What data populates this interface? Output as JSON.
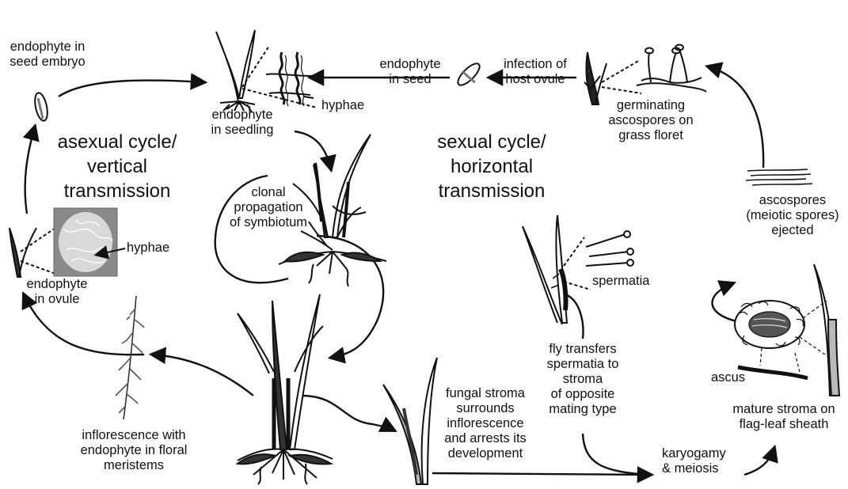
{
  "labels": {
    "endophyte_in_seed_embryo": "endophyte in\nseed embryo",
    "endophyte_in_seedling": "endophyte\nin seedling",
    "hyphae_seedling": "hyphae",
    "endophyte_in_seed": "endophyte\nin seed",
    "infection_of_host_ovule": "infection of\nhost ovule",
    "germinating_ascospores": "germinating\nascospores on\ngrass floret",
    "asexual_cycle": "asexual cycle/\nvertical\ntransmission",
    "sexual_cycle": "sexual cycle/\nhorizontal\ntransmission",
    "clonal_propagation": "clonal\npropagation\nof symbiotum",
    "hyphae_ovule": "hyphae",
    "endophyte_in_ovule": "endophyte\nin ovule",
    "spermatia": "spermatia",
    "ascospores_ejected": "ascospores\n(meiotic spores)\nejected",
    "fly_transfers": "fly transfers\nspermatia to\nstroma\nof opposite\nmating type",
    "ascus": "ascus",
    "fungal_stroma": "fungal stroma\nsurrounds\ninflorescence\nand arrests its\ndevelopment",
    "mature_stroma": "mature stroma on\nflag-leaf sheath",
    "karyogamy": "karyogamy\n& meiosis",
    "inflorescence_with_endophyte": "inflorescence with\nendophyte in floral\nmeristems"
  },
  "colors": {
    "ink": "#111111",
    "stroma_gray": "#b9b9b9",
    "micrograph_bg": "#8a8a8a"
  }
}
